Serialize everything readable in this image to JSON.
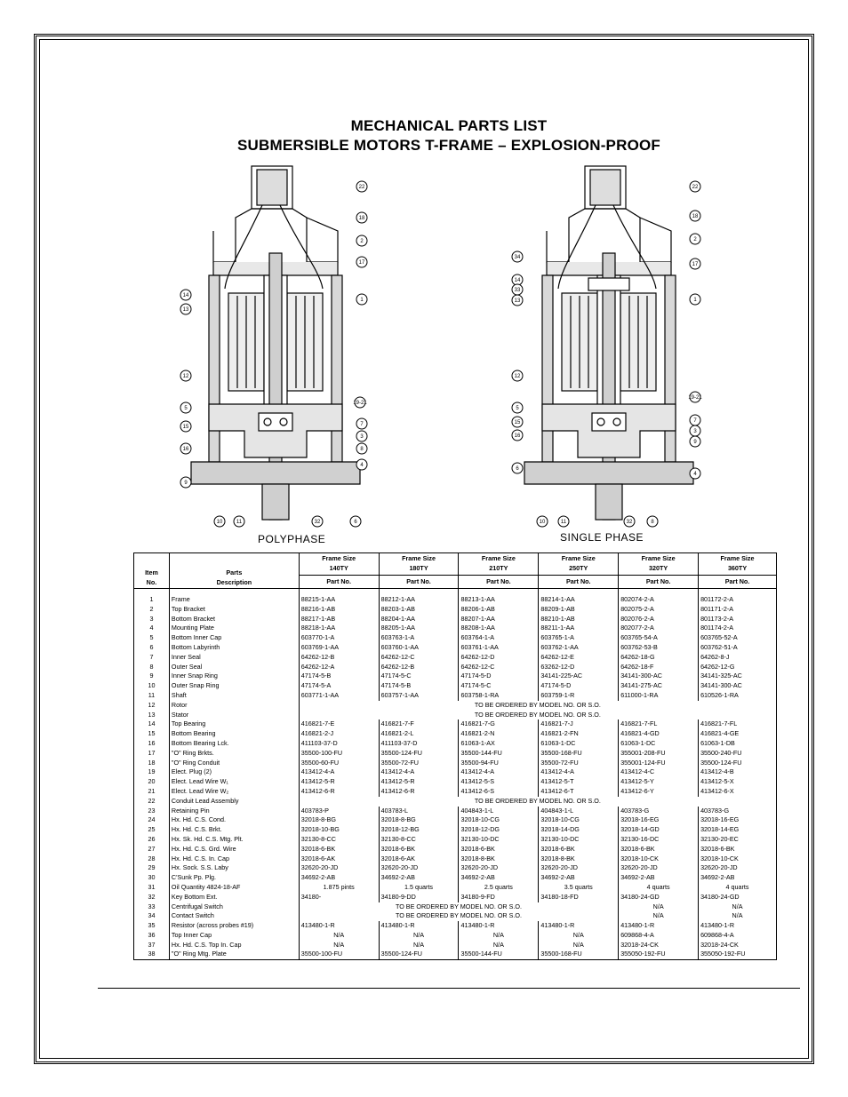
{
  "title": {
    "line1": "MECHANICAL PARTS LIST",
    "line2": "SUBMERSIBLE MOTORS T-FRAME – EXPLOSION-PROOF"
  },
  "diagrams": {
    "left_caption": "POLYPHASE",
    "right_caption": "SINGLE PHASE",
    "left_callouts": [
      "22",
      "18",
      "2",
      "17",
      "1",
      "14",
      "13",
      "12",
      "5",
      "19-21",
      "15",
      "7",
      "3",
      "16",
      "9",
      "4",
      "8",
      "10",
      "11",
      "32",
      "6"
    ],
    "right_callouts": [
      "22",
      "18",
      "2",
      "17",
      "1",
      "34",
      "14",
      "33",
      "13",
      "12",
      "19-21",
      "5",
      "15",
      "16",
      "7",
      "3",
      "9",
      "6",
      "4",
      "10",
      "11",
      "32",
      "8"
    ]
  },
  "table": {
    "header": {
      "item": "Item\nNo.",
      "parts": "Parts\nDescription",
      "frame_label": "Frame Size",
      "frames": [
        "140TY",
        "180TY",
        "210TY",
        "250TY",
        "320TY",
        "360TY"
      ],
      "partno": "Part No."
    },
    "rows": [
      {
        "no": "1",
        "desc": "Frame",
        "vals": [
          "88215-1-AA",
          "88212-1-AA",
          "88213-1-AA",
          "88214-1-AA",
          "802074-2-A",
          "801172-2-A"
        ]
      },
      {
        "no": "2",
        "desc": "Top Bracket",
        "vals": [
          "88216-1-AB",
          "88203-1-AB",
          "88206-1-AB",
          "88209-1-AB",
          "802075-2-A",
          "801171-2-A"
        ]
      },
      {
        "no": "3",
        "desc": "Bottom Bracket",
        "vals": [
          "88217-1-AB",
          "88204-1-AA",
          "88207-1-AA",
          "88210-1-AB",
          "802076-2-A",
          "801173-2-A"
        ]
      },
      {
        "no": "4",
        "desc": "Mounting Plate",
        "vals": [
          "88218-1-AA",
          "88205-1-AA",
          "88208-1-AA",
          "88211-1-AA",
          "802077-2-A",
          "801174-2-A"
        ]
      },
      {
        "no": "5",
        "desc": "Bottom Inner Cap",
        "vals": [
          "603770-1-A",
          "603763-1-A",
          "603764-1-A",
          "603765-1-A",
          "603765-54-A",
          "603765-52-A"
        ]
      },
      {
        "no": "6",
        "desc": "Bottom Labyrinth",
        "vals": [
          "603769-1-AA",
          "603760-1-AA",
          "603761-1-AA",
          "603762-1-AA",
          "603762-53-B",
          "603762-51-A"
        ]
      },
      {
        "no": "7",
        "desc": "Inner Seal",
        "vals": [
          "64262-12-B",
          "64262-12-C",
          "64262-12-D",
          "64262-12-E",
          "64262-18-G",
          "64262-8-J"
        ]
      },
      {
        "no": "8",
        "desc": "Outer Seal",
        "vals": [
          "64262-12-A",
          "64262-12-B",
          "64262-12-C",
          "63262-12-D",
          "64262-18-F",
          "64262-12-G"
        ]
      },
      {
        "no": "9",
        "desc": "Inner Snap Ring",
        "vals": [
          "47174-5-B",
          "47174-5-C",
          "47174-5-D",
          "34141-225-AC",
          "34141-300-AC",
          "34141-325-AC"
        ]
      },
      {
        "no": "10",
        "desc": "Outer Snap Ring",
        "vals": [
          "47174-5-A",
          "47174-5-B",
          "47174-5-C",
          "47174-5-D",
          "34141-275-AC",
          "34141-300-AC"
        ]
      },
      {
        "no": "11",
        "desc": "Shaft",
        "vals": [
          "603771-1-AA",
          "603757-1-AA",
          "603758-1-RA",
          "603759-1-R",
          "611000-1-RA",
          "610526-1-RA"
        ]
      },
      {
        "no": "12",
        "desc": "Rotor",
        "span": "TO BE ORDERED BY MODEL NO. OR S.O."
      },
      {
        "no": "13",
        "desc": "Stator",
        "span": "TO BE ORDERED BY MODEL NO. OR S.O."
      },
      {
        "no": "14",
        "desc": "Top Bearing",
        "vals": [
          "416821-7-E",
          "416821-7-F",
          "416821-7-G",
          "416821-7-J",
          "416821-7-FL",
          "416821-7-FL"
        ]
      },
      {
        "no": "15",
        "desc": "Bottom Bearing",
        "vals": [
          "416821-2-J",
          "416821-2-L",
          "416821-2-N",
          "416821-2-FN",
          "416821-4-GD",
          "416821-4-GE"
        ]
      },
      {
        "no": "16",
        "desc": "Bottom Bearing Lck.",
        "vals": [
          "411103-37-D",
          "411103-37-D",
          "61063-1-AX",
          "61063-1-DC",
          "61063-1-DC",
          "61063-1-DB"
        ]
      },
      {
        "no": "17",
        "desc": "\"O\" Ring Brkts.",
        "vals": [
          "35500-100-FU",
          "35500-124-FU",
          "35500-144-FU",
          "35500-168-FU",
          "355001-208-FU",
          "35500-240-FU"
        ]
      },
      {
        "no": "18",
        "desc": "\"O\" Ring Conduit",
        "vals": [
          "35500-60-FU",
          "35500-72-FU",
          "35500-94-FU",
          "35500-72-FU",
          "355001-124-FU",
          "35500-124-FU"
        ]
      },
      {
        "no": "19",
        "desc": "Elect. Plug (2)",
        "vals": [
          "413412-4-A",
          "413412-4-A",
          "413412-4-A",
          "413412-4-A",
          "413412-4-C",
          "413412-4-B"
        ]
      },
      {
        "no": "20",
        "desc": "Elect. Lead Wire W₁",
        "vals": [
          "413412-5-R",
          "413412-5-R",
          "413412-5-S",
          "413412-5-T",
          "413412-5-Y",
          "413412-5-X"
        ]
      },
      {
        "no": "21",
        "desc": "Elect. Lead Wire W₂",
        "vals": [
          "413412-6-R",
          "413412-6-R",
          "413412-6-S",
          "413412-6-T",
          "413412-6-Y",
          "413412-6-X"
        ]
      },
      {
        "no": "22",
        "desc": "Conduit Lead Assembly",
        "span": "TO BE ORDERED BY MODEL NO. OR S.O."
      },
      {
        "no": "23",
        "desc": "Retaining Pin",
        "vals": [
          "403783-P",
          "403783-L",
          "404843-1-L",
          "404843-1-L",
          "403783-G",
          "403783-G"
        ]
      },
      {
        "no": "24",
        "desc": "Hx. Hd. C.S. Cond.",
        "vals": [
          "32018-8-BG",
          "32018-8-BG",
          "32018-10-CG",
          "32018-10-CG",
          "32018-16-EG",
          "32018-16-EG"
        ]
      },
      {
        "no": "25",
        "desc": "Hx. Hd. C.S. Brkt.",
        "vals": [
          "32018-10-BG",
          "32018-12-BG",
          "32018-12-DG",
          "32018-14-DG",
          "32018-14-GD",
          "32018-14-EG"
        ]
      },
      {
        "no": "26",
        "desc": "Hx. Sk. Hd. C.S. Mtg. Plt.",
        "vals": [
          "32130-8-CC",
          "32130-8-CC",
          "32130-10-DC",
          "32130-10-DC",
          "32130-16-DC",
          "32130-20-EC"
        ]
      },
      {
        "no": "27",
        "desc": "Hx. Hd. C.S. Grd. Wire",
        "vals": [
          "32018-6-BK",
          "32018-6-BK",
          "32018-6-BK",
          "32018-6-BK",
          "32018-6-BK",
          "32018-6-BK"
        ]
      },
      {
        "no": "28",
        "desc": "Hx. Hd. C.S. In. Cap",
        "vals": [
          "32018-6-AK",
          "32018-6-AK",
          "32018-8-BK",
          "32018-8-BK",
          "32018-10-CK",
          "32018-10-CK"
        ]
      },
      {
        "no": "29",
        "desc": "Hx. Sock. S.S. Laby",
        "vals": [
          "32620-20-JD",
          "32620-20-JD",
          "32620-20-JD",
          "32620-20-JD",
          "32620-20-JD",
          "32620-20-JD"
        ]
      },
      {
        "no": "30",
        "desc": "C'Sunk Pp. Plg.",
        "vals": [
          "34692-2-AB",
          "34692-2-AB",
          "34692-2-AB",
          "34692-2-AB",
          "34692-2-AB",
          "34692-2-AB"
        ]
      },
      {
        "no": "31",
        "desc": "Oil Quantity 4824-18-AF",
        "vals": [
          "1.875 pints",
          "1.5 quarts",
          "2.5 quarts",
          "3.5 quarts",
          "4 quarts",
          "4 quarts"
        ]
      },
      {
        "no": "32",
        "desc": "Key Bottom Ext.",
        "vals": [
          "34180-",
          "34180-9-DD",
          "34180-9-FD",
          "34180-18-FD",
          "34180-24-GD",
          "34180-24-GD"
        ]
      },
      {
        "no": "33",
        "desc": "Centrifugal Switch",
        "span": "TO BE ORDERED BY MODEL NO. OR S.O.",
        "tail": [
          "N/A",
          "N/A"
        ]
      },
      {
        "no": "34",
        "desc": "Contact Switch",
        "span": "TO BE ORDERED BY MODEL NO. OR S.O.",
        "tail": [
          "N/A",
          "N/A"
        ]
      },
      {
        "no": "35",
        "desc": "Resistor (across probes #19)",
        "vals": [
          "413480-1-R",
          "413480-1-R",
          "413480-1-R",
          "413480-1-R",
          "413480-1-R",
          "413480-1-R"
        ]
      },
      {
        "no": "36",
        "desc": "Top Inner Cap",
        "vals": [
          "N/A",
          "N/A",
          "N/A",
          "N/A",
          "609868-4-A",
          "609868-4-A"
        ]
      },
      {
        "no": "37",
        "desc": "Hx. Hd. C.S. Top In. Cap",
        "vals": [
          "N/A",
          "N/A",
          "N/A",
          "N/A",
          "32018-24-CK",
          "32018-24-CK"
        ]
      },
      {
        "no": "38",
        "desc": "\"O\" Ring Mtg. Plate",
        "vals": [
          "35500-100-FU",
          "35500-124-FU",
          "35500-144-FU",
          "35500-168-FU",
          "355050-192-FU",
          "355050-192-FU"
        ]
      }
    ]
  }
}
